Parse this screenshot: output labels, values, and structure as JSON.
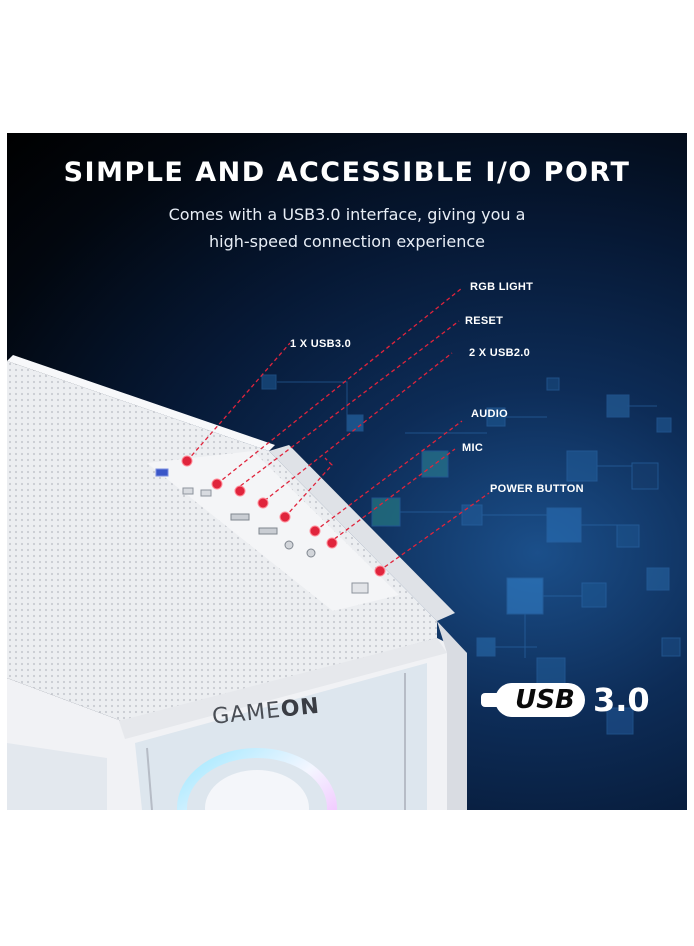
{
  "header": {
    "title": "SIMPLE AND ACCESSIBLE I/O PORT",
    "subtitle_line1": "Comes with a USB3.0 interface, giving you a",
    "subtitle_line2": "high-speed connection experience"
  },
  "callouts": {
    "rgb_light": "RGB LIGHT",
    "reset": "RESET",
    "usb3": "1 X USB3.0",
    "usb2": "2 X USB2.0",
    "audio": "AUDIO",
    "mic": "MIC",
    "power": "POWER BUTTON"
  },
  "badge": {
    "usb": "USB",
    "version": "3.0"
  },
  "case_brand": {
    "light": "GAME",
    "bold": "ON"
  },
  "colors": {
    "accent_red": "#e0243c",
    "background_dark": "#061834",
    "case_white": "#f2f3f5"
  }
}
